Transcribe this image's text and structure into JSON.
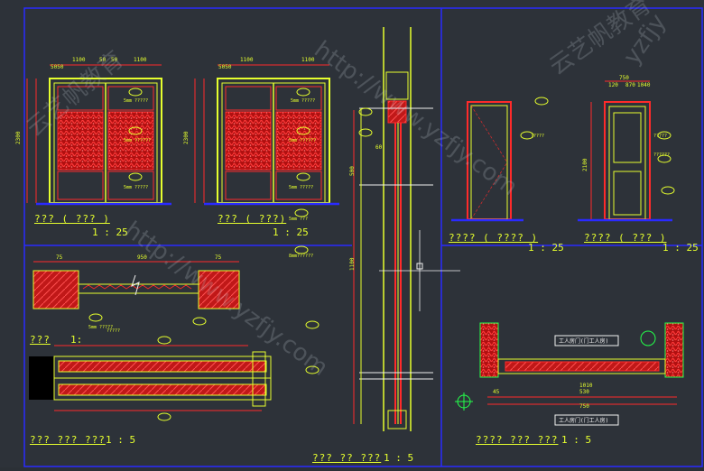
{
  "colors": {
    "background": "#2d3239",
    "frame_blue": "#2a2aff",
    "cad_yellow": "#e6ff2e",
    "cad_red": "#ff2a2a",
    "cad_white": "#f0f0f0",
    "cad_green": "#24ff4a",
    "cad_magenta": "#ff40ff"
  },
  "views": {
    "v1": {
      "label": "??? ( ??? )",
      "scale": "1 : 25"
    },
    "v2": {
      "label": "??? ( ???)",
      "scale": "1 : 25"
    },
    "v3": {
      "label": "???? ( ???? )",
      "scale": "1 : 25"
    },
    "v4": {
      "label": "???? ( ??? )",
      "scale": "1 : 25"
    },
    "v5": {
      "label": "???",
      "scale": "1:"
    },
    "v6": {
      "label": "??? ??? ???",
      "scale": "1 : 5"
    },
    "v7": {
      "label": "??? ?? ???",
      "scale": "1 : 5"
    },
    "v8": {
      "label": "???? ??? ???",
      "scale": "1 : 5"
    }
  },
  "dims": {
    "top_1100": "1100",
    "top_50a": "50",
    "top_50b": "50",
    "top_5050": "5050",
    "h_2300": "2300",
    "h_500": "500",
    "d_750": "750",
    "d_120": "120",
    "d_870": "870",
    "d_1040": "1040",
    "d_2100": "2100",
    "d_1100": "1100",
    "d_75": "75",
    "d_950": "950",
    "d_530": "530",
    "d_1010": "1010",
    "d_45": "45",
    "d_60": "60"
  },
  "tags": {
    "t1": "5mm ?????",
    "t2": "5mm ??????",
    "t3": "5mm ?????",
    "t4": "5mm ???",
    "t5": "?????",
    "t6": "??????",
    "t7": "8mm??????"
  },
  "notes": {
    "n_sect": "?????",
    "n_sect2": "5mm ?????"
  },
  "plan_labels": {
    "top": "工人房门(门工人房)",
    "bottom": "工人房门(门工人房)"
  },
  "watermarks": {
    "w1": "http://www.yzfjy.com",
    "w2": "云艺帆教育",
    "w3": "yzfjy",
    "w4": "http://www.yzfjy.com",
    "w5": "云艺帆教育"
  }
}
